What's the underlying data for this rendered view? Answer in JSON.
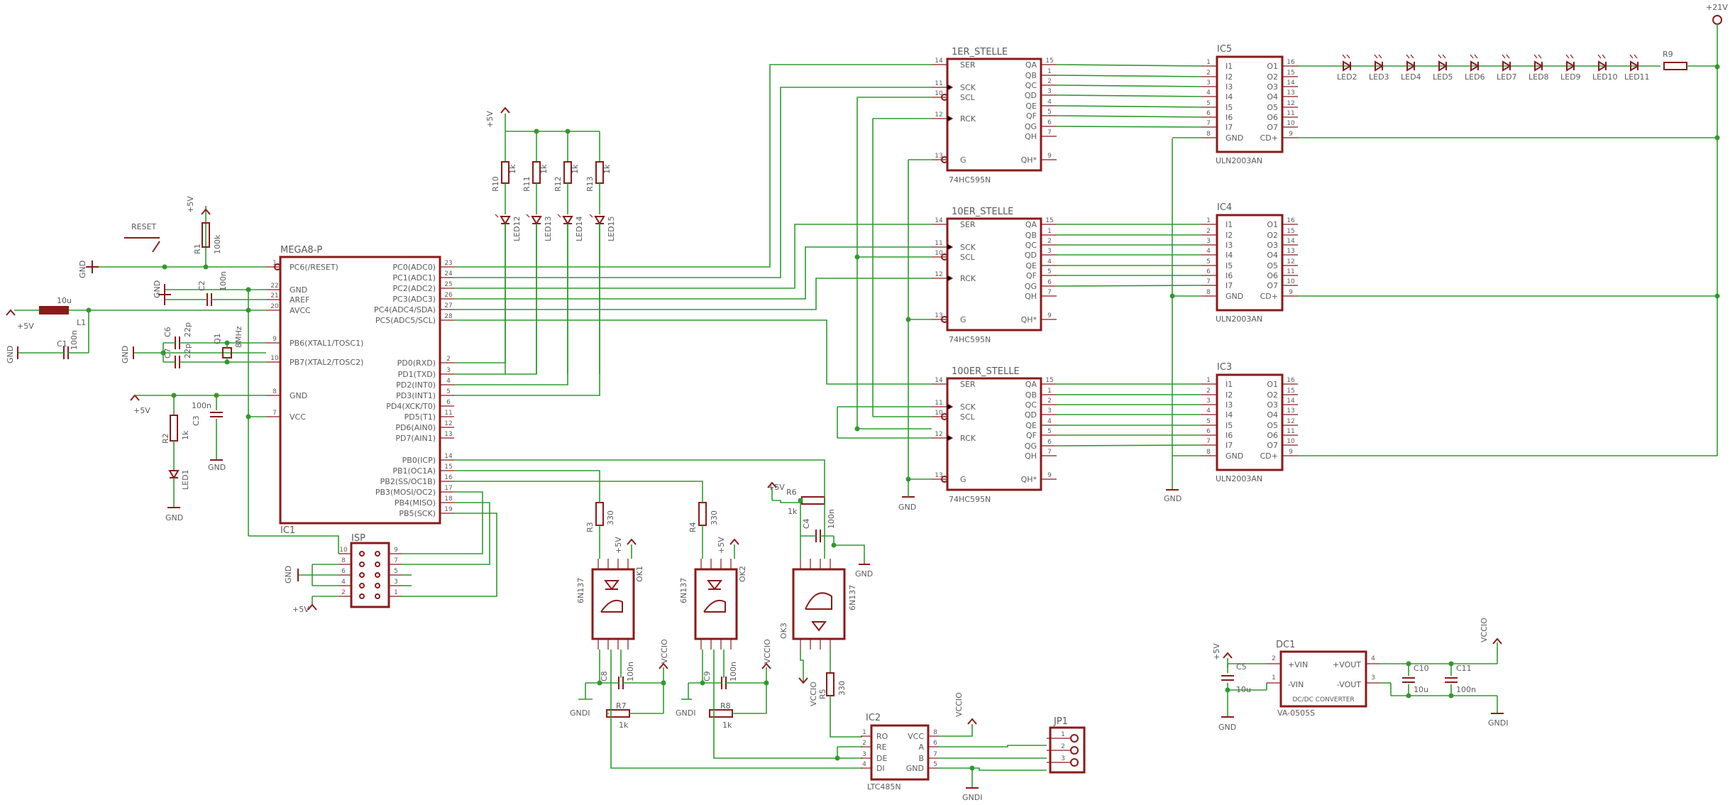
{
  "ic_mega": {
    "name": "MEGA8-P",
    "ref": "IC1",
    "left": [
      {
        "label": "PC6(/RESET)",
        "pin": "1"
      },
      {
        "label": "GND",
        "pin": "22"
      },
      {
        "label": "AREF",
        "pin": "21"
      },
      {
        "label": "AVCC",
        "pin": "20"
      },
      {
        "label": "PB6(XTAL1/TOSC1)",
        "pin": "9"
      },
      {
        "label": "PB7(XTAL2/TOSC2)",
        "pin": "10"
      },
      {
        "label": "GND",
        "pin": "8"
      },
      {
        "label": "VCC",
        "pin": "7"
      }
    ],
    "right": [
      {
        "label": "PC0(ADC0)",
        "pin": "23"
      },
      {
        "label": "PC1(ADC1)",
        "pin": "24"
      },
      {
        "label": "PC2(ADC2)",
        "pin": "25"
      },
      {
        "label": "PC3(ADC3)",
        "pin": "26"
      },
      {
        "label": "PC4(ADC4/SDA)",
        "pin": "27"
      },
      {
        "label": "PC5(ADC5/SCL)",
        "pin": "28"
      },
      {
        "label": "PD0(RXD)",
        "pin": "2"
      },
      {
        "label": "PD1(TXD)",
        "pin": "3"
      },
      {
        "label": "PD2(INT0)",
        "pin": "4"
      },
      {
        "label": "PD3(INT1)",
        "pin": "5"
      },
      {
        "label": "PD4(XCK/T0)",
        "pin": "6"
      },
      {
        "label": "PD5(T1)",
        "pin": "11"
      },
      {
        "label": "PD6(AIN0)",
        "pin": "12"
      },
      {
        "label": "PD7(AIN1)",
        "pin": "13"
      },
      {
        "label": "PB0(ICP)",
        "pin": "14"
      },
      {
        "label": "PB1(OC1A)",
        "pin": "15"
      },
      {
        "label": "PB2(SS/OC1B)",
        "pin": "16"
      },
      {
        "label": "PB3(MOSI/OC2)",
        "pin": "17"
      },
      {
        "label": "PB4(MISO)",
        "pin": "18"
      },
      {
        "label": "PB5(SCK)",
        "pin": "19"
      }
    ]
  },
  "shift_regs": [
    {
      "name": "1ER_STELLE",
      "part": "74HC595N"
    },
    {
      "name": "10ER_STELLE",
      "part": "74HC595N"
    },
    {
      "name": "100ER_STELLE",
      "part": "74HC595N"
    }
  ],
  "sr_left": [
    {
      "label": "SER",
      "pin": "14"
    },
    {
      "label": "SCK",
      "pin": "11"
    },
    {
      "label": "SCL",
      "pin": "10"
    },
    {
      "label": "RCK",
      "pin": "12"
    },
    {
      "label": "G",
      "pin": "13"
    }
  ],
  "sr_right": [
    {
      "label": "QA",
      "pin": "15"
    },
    {
      "label": "QB",
      "pin": "1"
    },
    {
      "label": "QC",
      "pin": "2"
    },
    {
      "label": "QD",
      "pin": "3"
    },
    {
      "label": "QE",
      "pin": "4"
    },
    {
      "label": "QF",
      "pin": "5"
    },
    {
      "label": "QG",
      "pin": "6"
    },
    {
      "label": "QH",
      "pin": "7"
    },
    {
      "label": "QH*",
      "pin": "9"
    }
  ],
  "drivers": [
    {
      "ref": "IC5",
      "part": "ULN2003AN"
    },
    {
      "ref": "IC4",
      "part": "ULN2003AN"
    },
    {
      "ref": "IC3",
      "part": "ULN2003AN"
    }
  ],
  "uln_left": [
    {
      "label": "I1",
      "pin": "1"
    },
    {
      "label": "I2",
      "pin": "2"
    },
    {
      "label": "I3",
      "pin": "3"
    },
    {
      "label": "I4",
      "pin": "4"
    },
    {
      "label": "I5",
      "pin": "5"
    },
    {
      "label": "I6",
      "pin": "6"
    },
    {
      "label": "I7",
      "pin": "7"
    },
    {
      "label": "GND",
      "pin": "8"
    }
  ],
  "uln_right": [
    {
      "label": "O1",
      "pin": "16"
    },
    {
      "label": "O2",
      "pin": "15"
    },
    {
      "label": "O3",
      "pin": "14"
    },
    {
      "label": "O4",
      "pin": "13"
    },
    {
      "label": "O5",
      "pin": "12"
    },
    {
      "label": "O6",
      "pin": "11"
    },
    {
      "label": "O7",
      "pin": "10"
    },
    {
      "label": "CD+",
      "pin": "9"
    }
  ],
  "top_leds": [
    "LED2",
    "LED3",
    "LED4",
    "LED5",
    "LED6",
    "LED7",
    "LED8",
    "LED9",
    "LED10",
    "LED11"
  ],
  "r9": "R9",
  "supply21": "+21V",
  "upper_leds": [
    {
      "r": "R10",
      "rv": "1k",
      "led": "LED12"
    },
    {
      "r": "R11",
      "rv": "1k",
      "led": "LED13"
    },
    {
      "r": "R12",
      "rv": "1k",
      "led": "LED14"
    },
    {
      "r": "R13",
      "rv": "1k",
      "led": "LED15"
    }
  ],
  "misc": {
    "plus5": "+5V",
    "gnd": "GND",
    "gndi": "GNDI",
    "vccio": "VCCIO",
    "reset": "RESET",
    "r1": "R1",
    "r1v": "100k",
    "c2": "C2",
    "c2v": "100n",
    "l1": "L1",
    "l1v": "10u",
    "c1": "C1",
    "c1v": "100n",
    "c6": "C6",
    "c6v": "22p",
    "c7": "C7",
    "c7v": "22p",
    "q1": "Q1",
    "q1v": "8MHz",
    "c3": "C3",
    "c3v": "100n",
    "r2": "R2",
    "r2v": "1k",
    "led1": "LED1",
    "isp": "ISP",
    "isp_pins": [
      "10",
      "9",
      "8",
      "7",
      "6",
      "5",
      "4",
      "3",
      "2",
      "1"
    ],
    "r3": "R3",
    "r3v": "330",
    "r4": "R4",
    "r4v": "330",
    "r6": "R6",
    "r6v": "1k",
    "c4": "C4",
    "c4v": "100n",
    "ok1": "OK1",
    "ok2": "OK2",
    "ok3": "OK3",
    "ok_part": "6N137",
    "c8": "C8",
    "c8v": "100n",
    "c9": "C9",
    "c9v": "100n",
    "r7": "R7",
    "r7v": "1k",
    "r8": "R8",
    "r8v": "1k",
    "r5": "R5",
    "r5v": "330",
    "ic2": "IC2",
    "ic2_part": "LTC485N",
    "ic2_left": [
      {
        "label": "RO",
        "pin": "1"
      },
      {
        "label": "RE",
        "pin": "2"
      },
      {
        "label": "DE",
        "pin": "3"
      },
      {
        "label": "DI",
        "pin": "4"
      }
    ],
    "ic2_right": [
      {
        "label": "VCC",
        "pin": "8"
      },
      {
        "label": "A",
        "pin": "6"
      },
      {
        "label": "B",
        "pin": "7"
      },
      {
        "label": "GND",
        "pin": "5"
      }
    ],
    "jp1": "JP1",
    "jp_pins": [
      "1",
      "2",
      "3"
    ],
    "dc1": "DC1",
    "dc_part": "VA-0505S",
    "dc_type": "DC/DC CONVERTER",
    "dc_vin_p": "+VIN",
    "dc_vin_n": "-VIN",
    "dc_vout_p": "+VOUT",
    "dc_vout_n": "-VOUT",
    "dc_pins": [
      "2",
      "1",
      "4",
      "3"
    ],
    "c5": "C5",
    "c5v": "10u",
    "c10": "C10",
    "c10v": "10u",
    "c11": "C11",
    "c11v": "100n"
  }
}
